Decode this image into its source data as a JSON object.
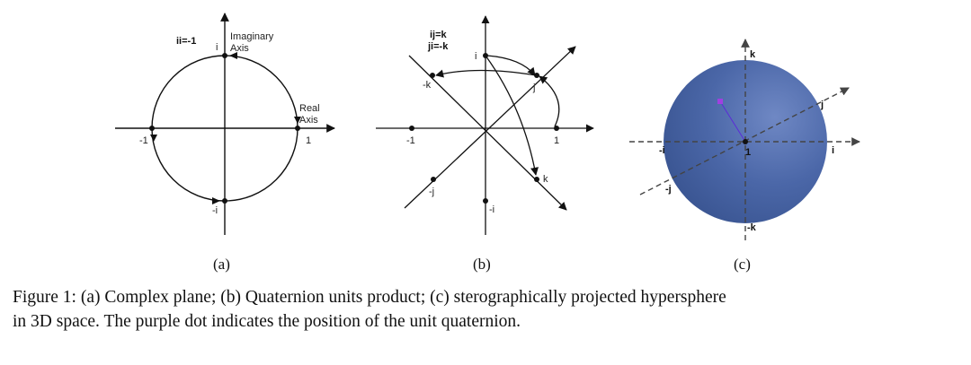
{
  "panel_a": {
    "annotation": "ii=-1",
    "imag_axis_label": [
      "Imaginary",
      "Axis"
    ],
    "real_axis_label": [
      "Real",
      "Axis"
    ],
    "point_i": "i",
    "point_neg1": "-1",
    "point_1": "1",
    "point_negi": "-i",
    "caption": "(a)"
  },
  "panel_b": {
    "rule_1": "ij=k",
    "rule_2": "ji=-k",
    "point_i": "i",
    "point_negk": "-k",
    "point_j": "j",
    "point_neg1": "-1",
    "point_1": "1",
    "point_k": "k",
    "point_negj": "-j",
    "point_negi": "-i",
    "caption": "(b)"
  },
  "panel_c": {
    "axis_k": "k",
    "axis_negk": "-k",
    "axis_j": "j",
    "axis_negj": "-j",
    "axis_i": "i",
    "axis_negi": "-i",
    "origin": "1",
    "sphere_color": "#4a66a6",
    "dot_color": "#a040e0",
    "caption": "(c)"
  },
  "figure_caption": {
    "line1": "Figure 1: (a) Complex plane; (b) Quaternion units product; (c) sterographically projected hypersphere",
    "line2": "in 3D space. The purple dot indicates the position of the unit quaternion."
  }
}
